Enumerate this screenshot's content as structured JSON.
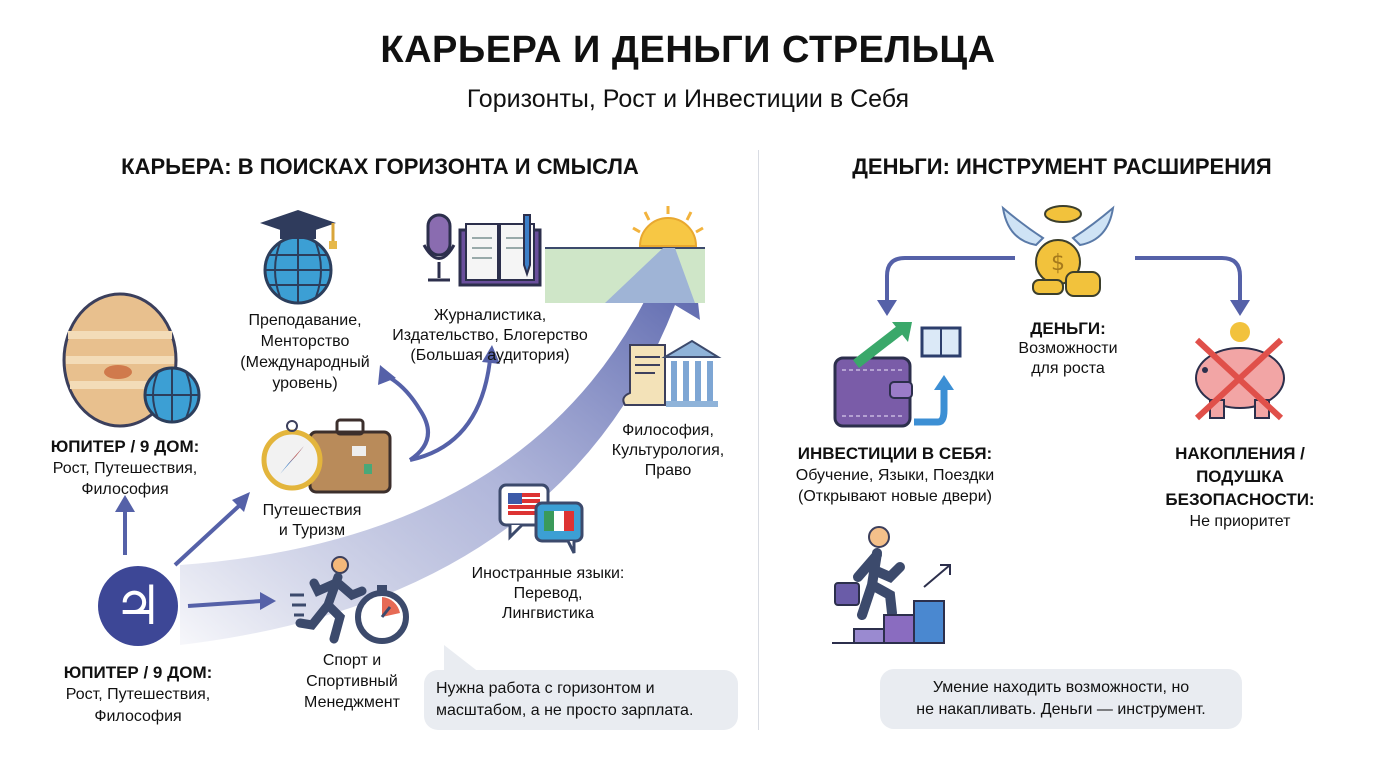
{
  "header": {
    "title": "КАРЬЕРА И ДЕНЬГИ СТРЕЛЬЦА",
    "subtitle": "Горизонты, Рост и Инвестиции в Себя"
  },
  "career": {
    "heading": "КАРЬЕРА: В ПОИСКАХ ГОРИЗОНТА И СМЫСЛА",
    "jupiter_top": {
      "title": "ЮПИТЕР / 9 ДОМ:",
      "lines": [
        "Рост, Путешествия,",
        "Философия"
      ]
    },
    "jupiter_bottom": {
      "title": "ЮПИТЕР / 9 ДОМ:",
      "lines": [
        "Рост, Путешествия,",
        "Философия"
      ]
    },
    "jupiter_symbol": "♃",
    "items": [
      {
        "lines": [
          "Преподавание,",
          "Менторство",
          "(Международный",
          "уровень)"
        ]
      },
      {
        "lines": [
          "Журналистика,",
          "Издательство, Блогерство",
          "(Большая аудитория)"
        ]
      },
      {
        "lines": [
          "Философия,",
          "Культурология,",
          "Право"
        ]
      },
      {
        "lines": [
          "Путешествия",
          "и Туризм"
        ]
      },
      {
        "lines": [
          "Иностранные языки:",
          "Перевод,",
          "Лингвистика"
        ]
      },
      {
        "lines": [
          "Спорт и",
          "Спортивный",
          "Менеджмент"
        ]
      }
    ],
    "callout": [
      "Нужна работа с горизонтом и",
      "масштабом, а не просто зарплата."
    ]
  },
  "money": {
    "heading": "ДЕНЬГИ: ИНСТРУМЕНТ РАСШИРЕНИЯ",
    "center": {
      "title": "ДЕНЬГИ:",
      "lines": [
        "Возможности",
        "для роста"
      ]
    },
    "invest": {
      "title": "ИНВЕСТИЦИИ В СЕБЯ:",
      "lines": [
        "Обучение, Языки, Поездки",
        "(Открывают новые двери)"
      ]
    },
    "savings": {
      "title_lines": [
        "НАКОПЛЕНИЯ /",
        "ПОДУШКА",
        "БЕЗОПАСНОСТИ:"
      ],
      "lines": [
        "Не приоритет"
      ]
    },
    "callout": [
      "Умение находить возможности, но",
      "не накапливать. Деньги — инструмент."
    ]
  },
  "colors": {
    "arrow": "#5561a8",
    "accent": "#3d4796"
  }
}
